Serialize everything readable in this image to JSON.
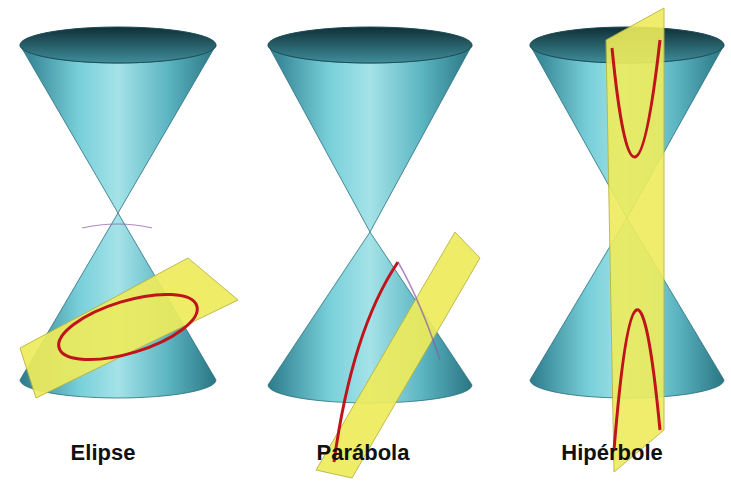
{
  "diagram": {
    "labels": [
      "Elipse",
      "Parábola",
      "Hipérbole"
    ]
  }
}
